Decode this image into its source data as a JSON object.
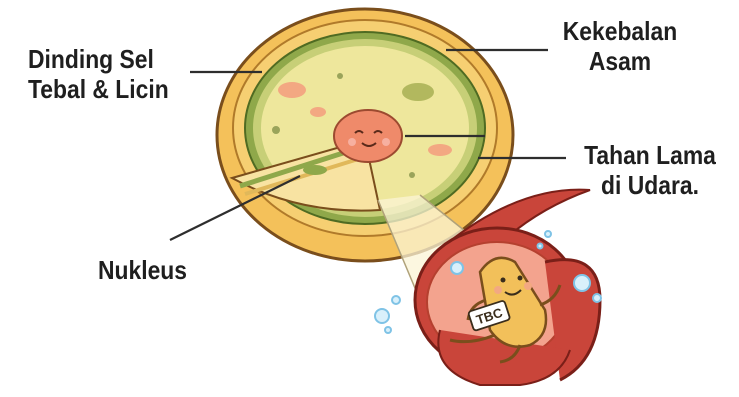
{
  "labels": {
    "cell_wall": [
      "Dinding Sel",
      "Tebal & Licin"
    ],
    "acid_resistance": [
      "Kekebalan",
      "Asam"
    ],
    "air_survival": [
      "Tahan Lama",
      "di Udara."
    ],
    "nucleus": "Nukleus"
  },
  "bacterium_badge": "TBC",
  "colors": {
    "outer_wall": "#f4c15a",
    "wall_rim": "#e7a93f",
    "cytoplasm": "#f0e79a",
    "membrane_green": "#8fa84a",
    "nucleus": "#ef8a6a",
    "vessel": "#c9453a",
    "vessel_inner": "#f3a38e",
    "bacterium": "#f2c05a",
    "bubble": "#7fc3e6",
    "line": "#3a3a3a"
  }
}
